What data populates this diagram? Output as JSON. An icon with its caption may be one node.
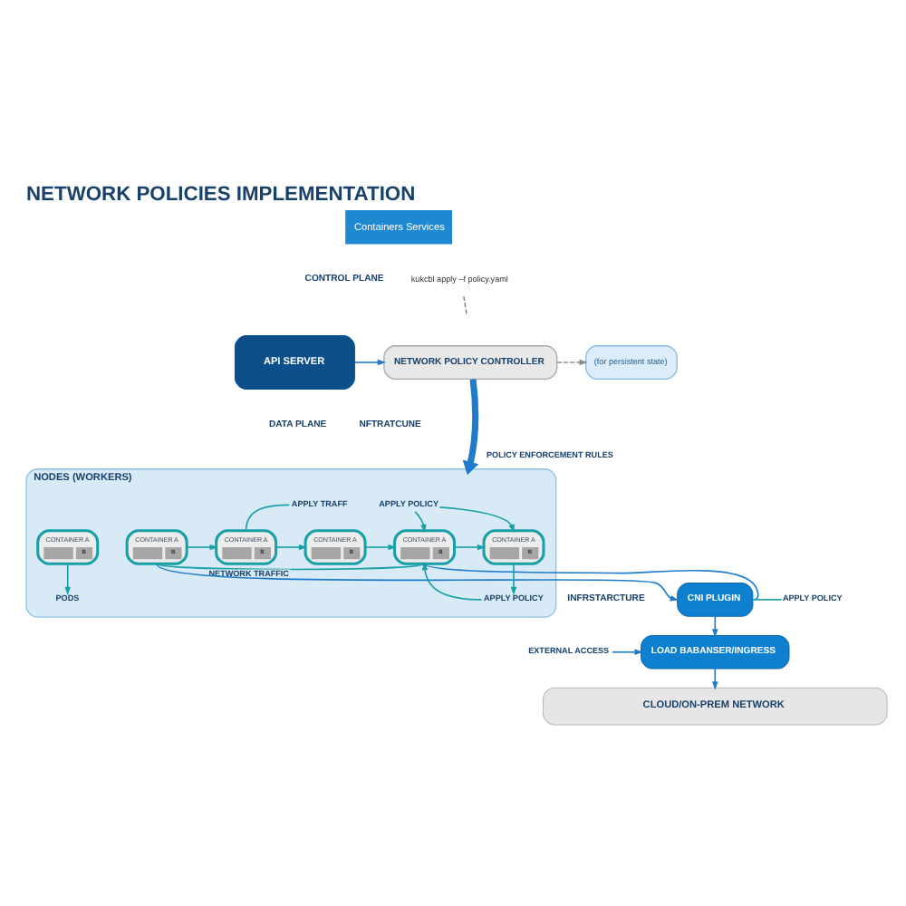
{
  "diagram": {
    "title": "NETWORK POLICIES IMPLEMENTATION",
    "nodes": [
      {
        "text": [
          "Containers Services"
        ]
      },
      {
        "text": [
          "API SERVER"
        ]
      },
      {
        "text": [
          "kukcbl apply –f policy.yaml"
        ]
      },
      {
        "text": [
          "NETWORK POLICY CONTROLLER"
        ]
      },
      {
        "text": [
          "(for persistent state)"
        ]
      },
      {
        "text": [
          "NODES (WORKERS)"
        ]
      },
      {
        "text": [
          "APPLY TRAFF"
        ],
        "in": 5
      },
      {
        "text": [
          "APPLY POLICY"
        ],
        "in": 5
      },
      {
        "text": [
          "CONTAINER A",
          "B"
        ],
        "in": 5
      },
      {
        "text": [
          "CONTAINER A",
          "B"
        ],
        "in": 5
      },
      {
        "text": [
          "CONTAINER A",
          "B"
        ],
        "in": 5
      },
      {
        "text": [
          "CONTAINER A",
          "B"
        ],
        "in": 5
      },
      {
        "text": [
          "CONTAINER A",
          "B"
        ],
        "in": 5
      },
      {
        "text": [
          "CONTAINER A",
          "B"
        ],
        "in": 5
      },
      {
        "text": [
          "PODS"
        ],
        "in": 5
      },
      {
        "text": [
          "APPLY POLICY"
        ],
        "in": 5
      },
      {
        "text": [
          "CNI PLUGIN"
        ]
      },
      {
        "text": [
          "APPLY POLICY"
        ]
      },
      {
        "text": [
          "EXTERNAL ACCESS"
        ]
      },
      {
        "text": [
          "LOAD BABANSER/INGRESS"
        ]
      },
      {
        "text": [
          "CLOUD/ON-PREM NETWORK"
        ]
      }
    ],
    "edges": [
      {
        "from": 2,
        "to": null,
        "arrow": "none",
        "style": "dashed",
        "color": "#8c8c8c"
      },
      {
        "from": 1,
        "to": 3,
        "arrow": "to",
        "color": "#1f7ccc"
      },
      {
        "from": 3,
        "to": 4,
        "arrow": "to",
        "style": "dashed",
        "color": "#8c8c8c"
      },
      {
        "from": 3,
        "to": 5,
        "arrow": "to",
        "style": "thick",
        "color": "#1f7ccc",
        "label": "POLICY ENFORCEMENT RULES"
      },
      {
        "from": 6,
        "to": 10,
        "arrow": "none"
      },
      {
        "from": 7,
        "to": 12,
        "arrow": "to"
      },
      {
        "from": 7,
        "to": 13,
        "arrow": "to"
      },
      {
        "from": 9,
        "to": 10,
        "arrow": "to"
      },
      {
        "from": 10,
        "to": 11,
        "arrow": "to"
      },
      {
        "from": 11,
        "to": 12,
        "arrow": "to"
      },
      {
        "from": 12,
        "to": 13,
        "arrow": "to"
      },
      {
        "from": 8,
        "to": 14,
        "arrow": "to"
      },
      {
        "from": 9,
        "to": 12,
        "arrow": "none",
        "label": "NETWORK TRAFFIC"
      },
      {
        "from": 13,
        "to": 15,
        "arrow": "to"
      },
      {
        "from": 15,
        "to": 12,
        "arrow": "to"
      },
      {
        "from": 9,
        "to": 16,
        "arrow": "to",
        "color": "#1f7ccc"
      },
      {
        "from": 12,
        "to": 16,
        "arrow": "none",
        "color": "#1f7ccc"
      },
      {
        "from": 16,
        "to": 17,
        "arrow": "none"
      },
      {
        "from": 16,
        "to": 19,
        "arrow": "to",
        "color": "#1f7ccc"
      },
      {
        "from": 18,
        "to": 19,
        "arrow": "to",
        "color": "#1f7ccc"
      },
      {
        "from": 19,
        "to": 20,
        "arrow": "to",
        "color": "#1f7ccc"
      }
    ],
    "labels": [
      "CONTROL PLANE",
      "DATA PLANE",
      "NFTRATCUNE",
      "INFRSTARCTURE"
    ]
  }
}
